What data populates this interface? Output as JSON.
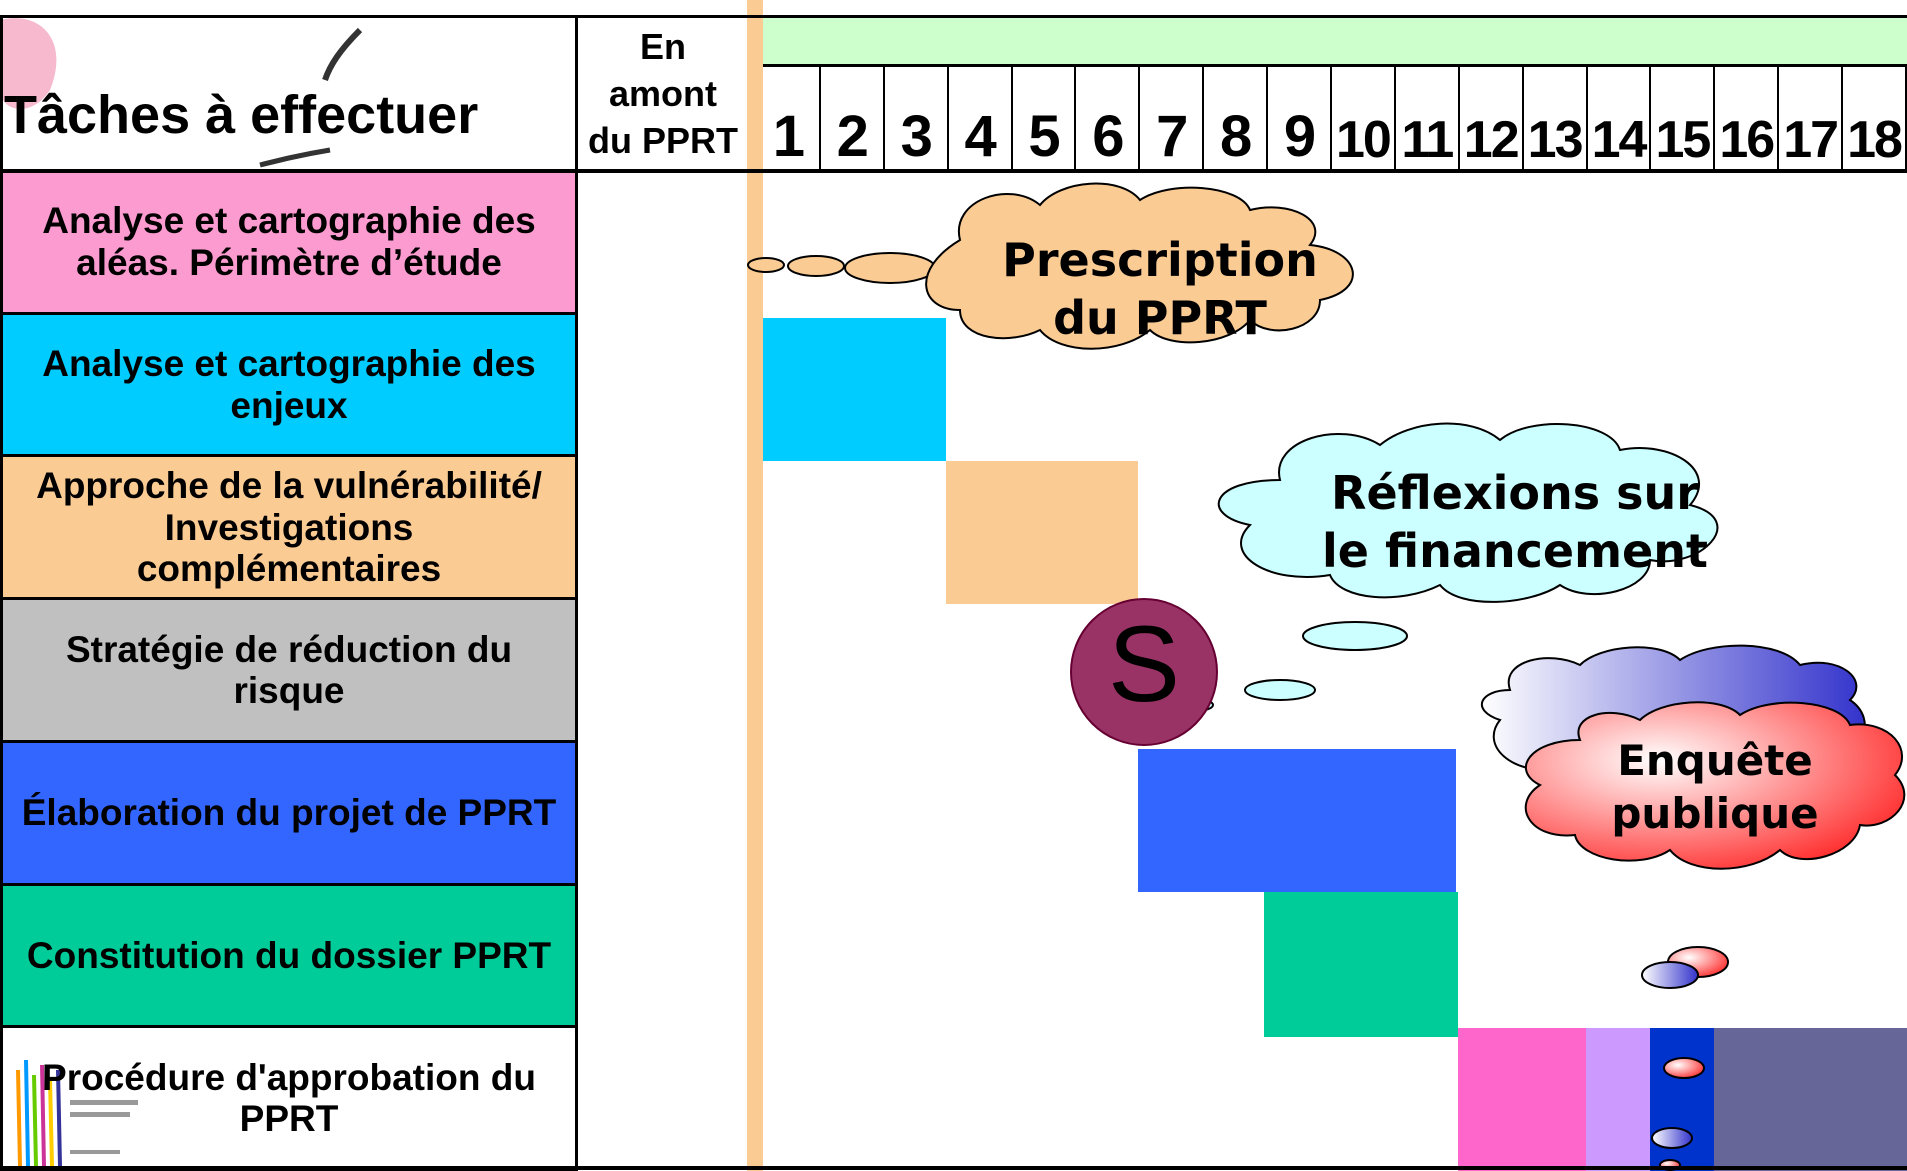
{
  "header": {
    "tasks_title": "Tâches à effectuer",
    "upstream_label": [
      "En",
      "amont",
      "du PPRT"
    ],
    "months": [
      "1",
      "2",
      "3",
      "4",
      "5",
      "6",
      "7",
      "8",
      "9",
      "10",
      "11",
      "12",
      "13",
      "14",
      "15",
      "16",
      "17",
      "18"
    ]
  },
  "tasks": [
    {
      "label": "Analyse et cartographie des aléas. Périmètre d’étude",
      "color": "#fb9bd0"
    },
    {
      "label": "Analyse et cartographie des enjeux",
      "color": "#00ccff"
    },
    {
      "label": "Approche de la vulnérabilité/ Investigations complémentaires",
      "color": "#fbcb94"
    },
    {
      "label": "Stratégie de réduction du risque",
      "color": "#c0c0c0"
    },
    {
      "label": "Élaboration du projet de PPRT",
      "color": "#3366ff"
    },
    {
      "label": "Constitution du dossier PPRT",
      "color": "#00cc99"
    },
    {
      "label": "Procédure d'approbation du PPRT",
      "color": "#ffffff"
    }
  ],
  "bubbles": {
    "prescription": [
      "Prescription",
      "du PPRT"
    ],
    "financing": [
      "Réflexions sur",
      "le financement"
    ],
    "enquiry": [
      "Enquête",
      "publique"
    ],
    "milestone": "S"
  },
  "colors": {
    "header_band": "#ccffcc",
    "start_line": "#fbcb94",
    "bar_enjeux": "#00ccff",
    "bar_vulnerabilite": "#fbcb94",
    "bar_elaboration": "#3366ff",
    "bar_dossier": "#00cc99",
    "bar_approbation": [
      "#ff66cc",
      "#cc99ff",
      "#0033cc",
      "#666699"
    ],
    "milestone": "#993366",
    "cloud_prescription": "#fbcb94",
    "cloud_financing": "#ccffff",
    "cloud_enquiry": "#ff3333"
  }
}
